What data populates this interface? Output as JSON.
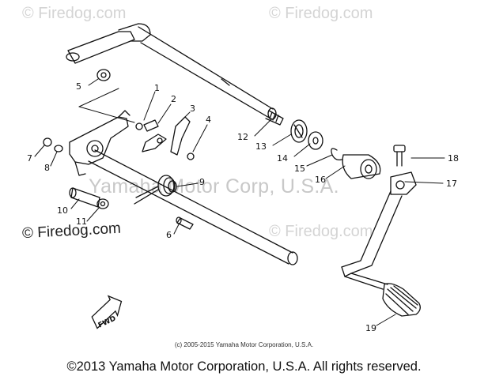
{
  "watermarks": {
    "corner_top_left": "© Firedog.com",
    "corner_top_right": "© Firedog.com",
    "center": "Yamaha Motor Corp, U.S.A.",
    "left_mid": "© Firedog.com",
    "right_mid": "© Firedog.com"
  },
  "callouts": [
    "1",
    "2",
    "3",
    "4",
    "5",
    "6",
    "7",
    "8",
    "9",
    "10",
    "11",
    "12",
    "13",
    "14",
    "15",
    "16",
    "17",
    "18",
    "19"
  ],
  "fwd_label": "FWD",
  "copyright_small": "(c) 2005-2015 Yamaha Motor Corporation, U.S.A.",
  "copyright_main": "©2013 Yamaha Motor Corporation, U.S.A. All rights reserved."
}
